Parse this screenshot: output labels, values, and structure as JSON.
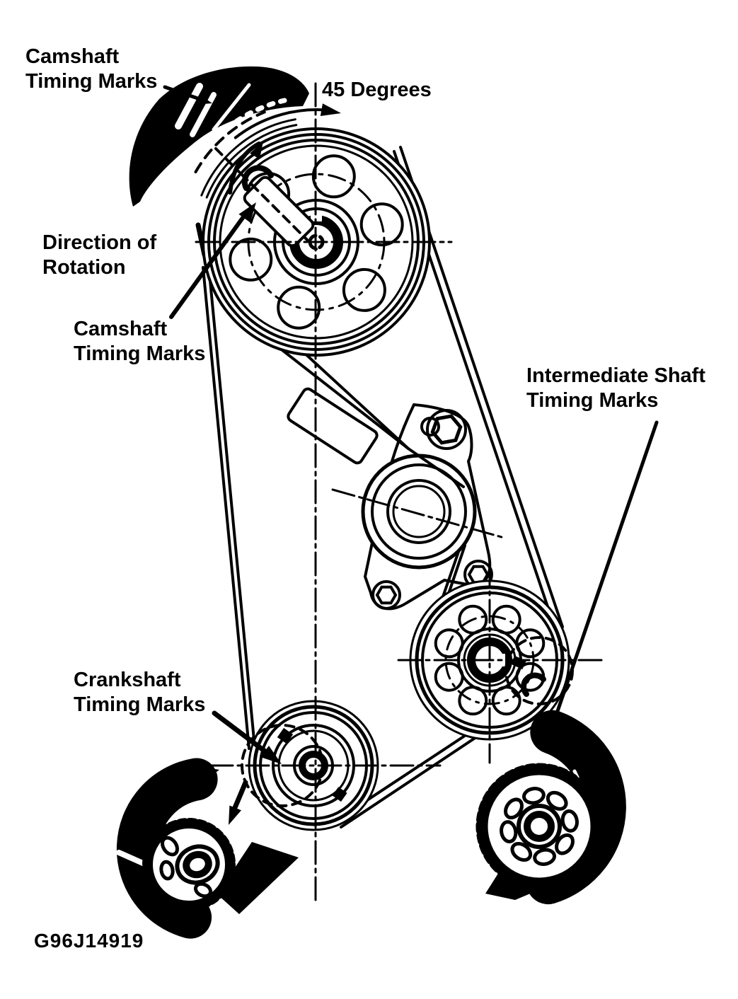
{
  "figure": {
    "code": "G96J14919",
    "ink_color": "#000000",
    "paper_color": "#ffffff",
    "description": "Timing belt alignment diagram with sprockets and timing marks"
  },
  "labels": {
    "camshaft_top": {
      "line1": "Camshaft",
      "line2": "Timing Marks"
    },
    "degrees": "45 Degrees",
    "direction": {
      "line1": "Direction of",
      "line2": "Rotation"
    },
    "camshaft_mid": {
      "line1": "Camshaft",
      "line2": "Timing Marks"
    },
    "intermediate": {
      "line1": "Intermediate Shaft",
      "line2": "Timing Marks"
    },
    "crankshaft": {
      "line1": "Crankshaft",
      "line2": "Timing Marks"
    }
  },
  "parts": [
    "camshaft-sprocket",
    "belt-tensioner",
    "intermediate-shaft-sprocket",
    "crankshaft-pulley",
    "timing-belt",
    "camshaft-closeup",
    "crankshaft-closeup",
    "intermediate-shaft-closeup"
  ]
}
